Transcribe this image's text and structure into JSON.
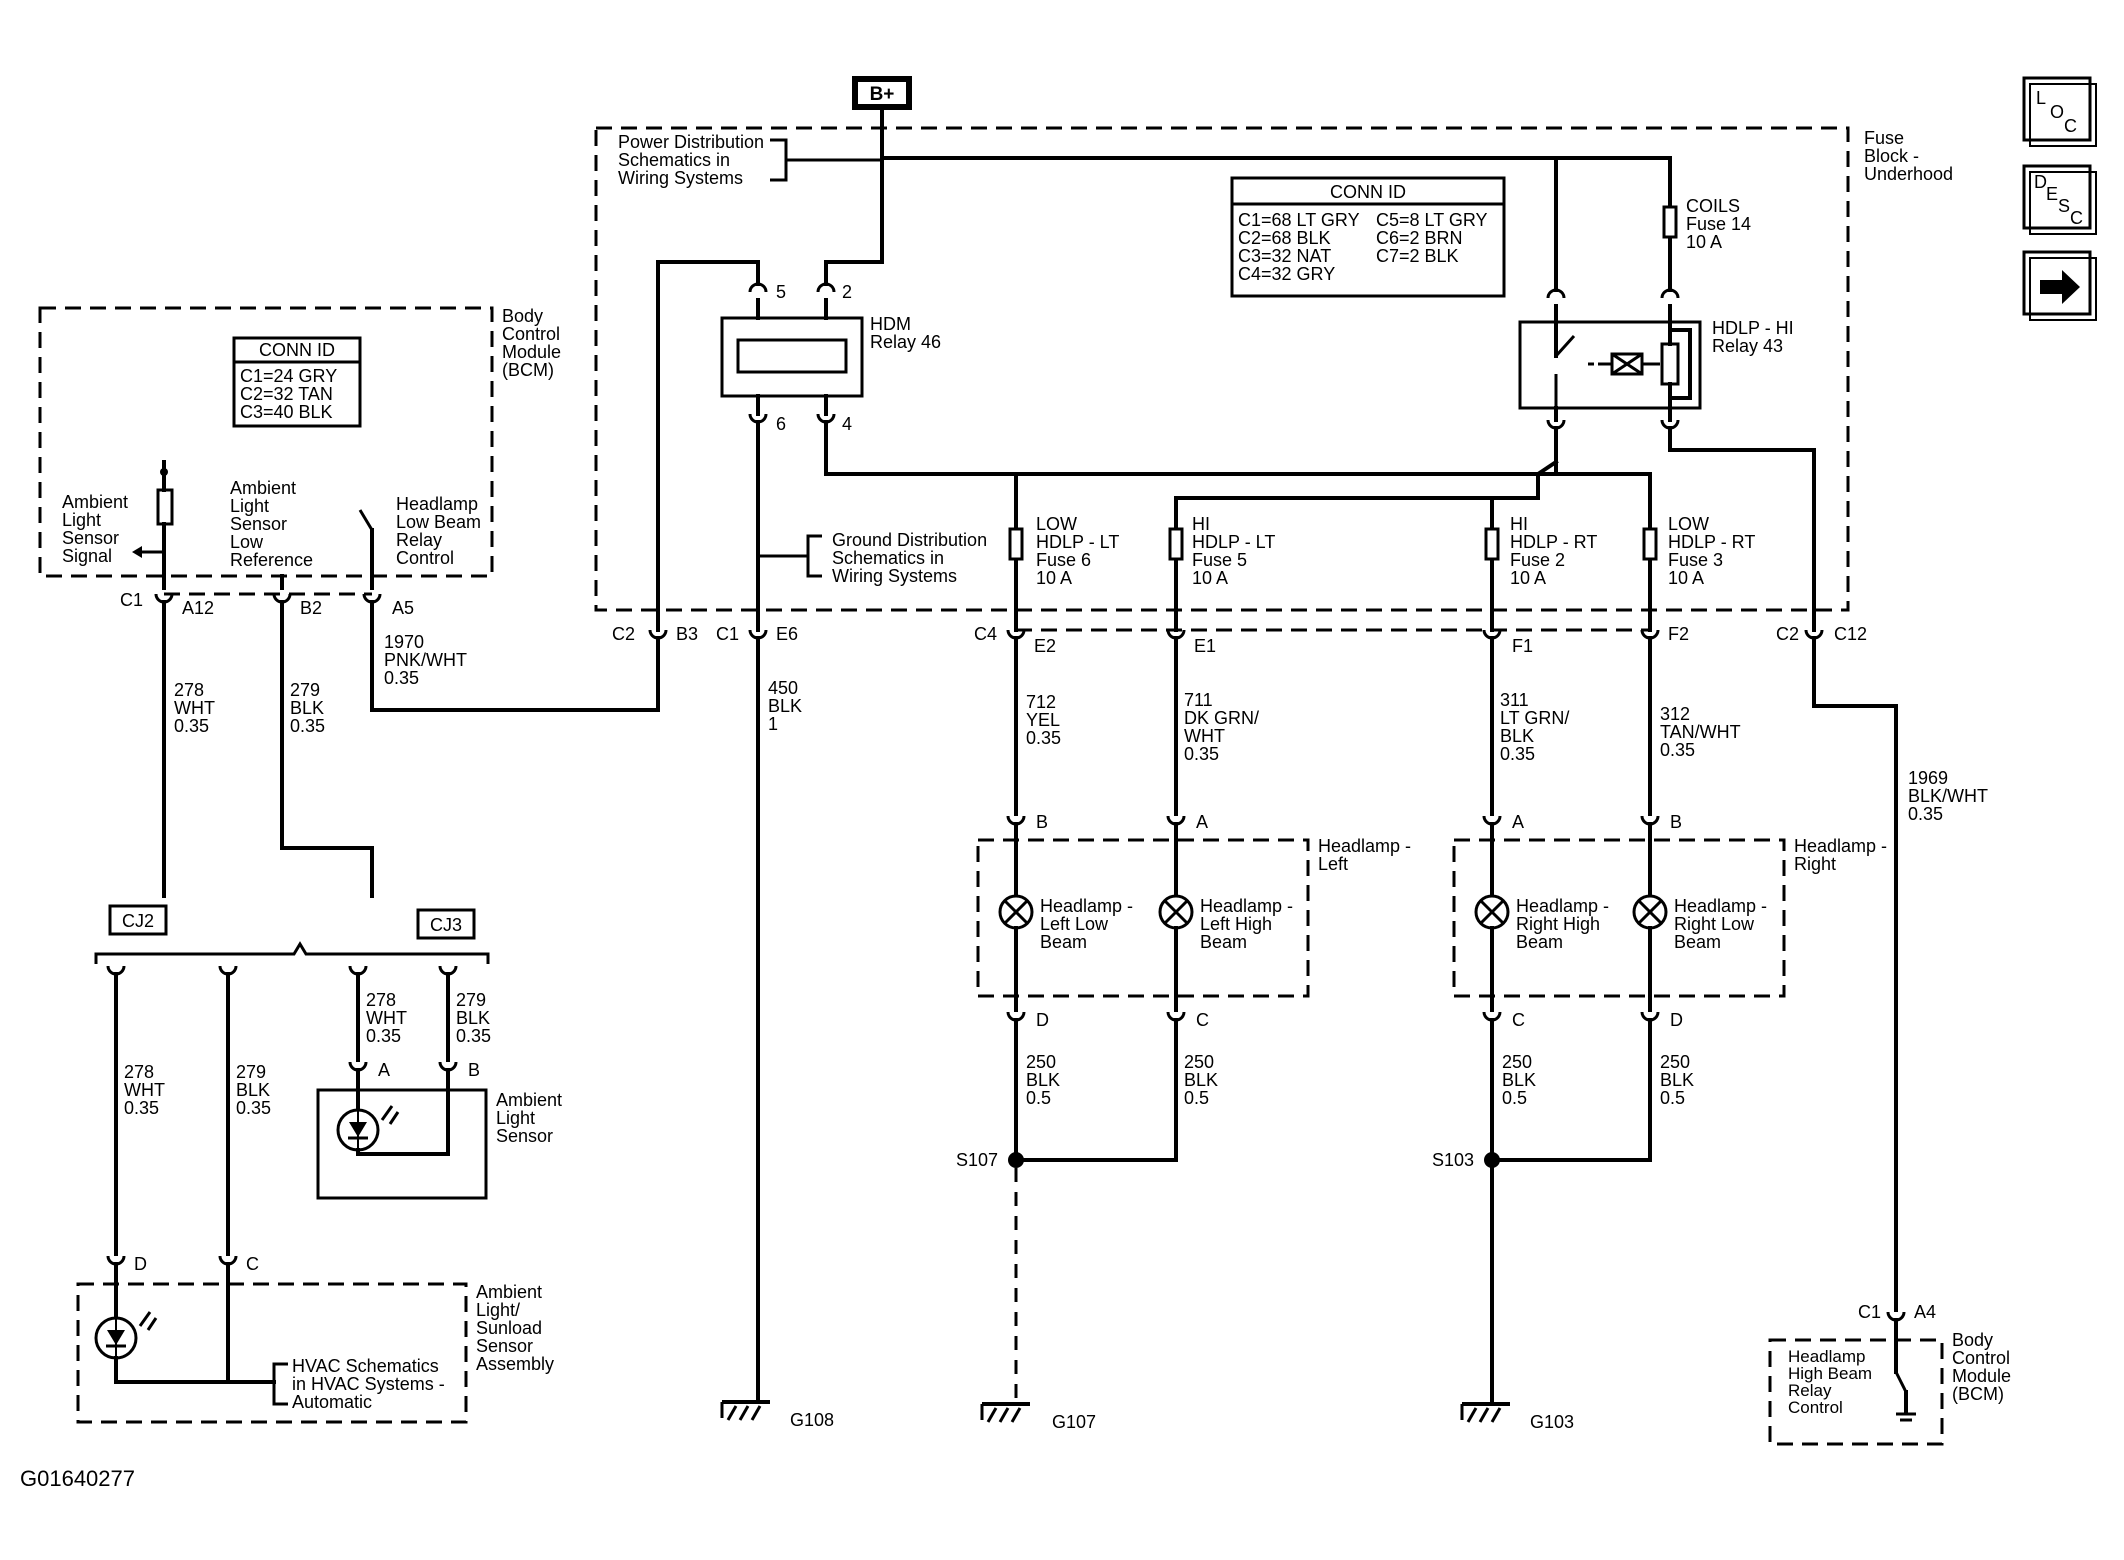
{
  "diagram_id": "G01640277",
  "b_plus": "B+",
  "nav": {
    "loc": [
      "L",
      "O",
      "C"
    ],
    "desc": [
      "D",
      "E",
      "S",
      "C"
    ],
    "next_icon": "arrow-right-icon"
  },
  "fuse_block": {
    "title": [
      "Fuse",
      "Block -",
      "Underhood"
    ],
    "power_ref": [
      "Power Distribution",
      "Schematics in",
      "Wiring Systems"
    ],
    "ground_ref": [
      "Ground Distribution",
      "Schematics in",
      "Wiring Systems"
    ],
    "conn_id": {
      "header": "CONN ID",
      "left": [
        "C1=68 LT GRY",
        "C2=68 BLK",
        "C3=32 NAT",
        "C4=32 GRY"
      ],
      "right": [
        "C5=8 LT GRY",
        "C6=2 BRN",
        "C7=2 BLK"
      ]
    },
    "hdm_relay": [
      "HDM",
      "Relay 46"
    ],
    "hdm_pins": [
      "5",
      "2",
      "6",
      "4"
    ],
    "coils_fuse": [
      "COILS",
      "Fuse 14",
      "10 A"
    ],
    "hdlp_hi_relay": [
      "HDLP - HI",
      "Relay 43"
    ],
    "fuses": [
      [
        "LOW",
        "HDLP - LT",
        "Fuse 6",
        "10 A"
      ],
      [
        "HI",
        "HDLP - LT",
        "Fuse 5",
        "10 A"
      ],
      [
        "HI",
        "HDLP - RT",
        "Fuse 2",
        "10 A"
      ],
      [
        "LOW",
        "HDLP - RT",
        "Fuse 3",
        "10 A"
      ]
    ]
  },
  "bcm": {
    "title": [
      "Body",
      "Control",
      "Module",
      "(BCM)"
    ],
    "conn_id": {
      "header": "CONN ID",
      "rows": [
        "C1=24 GRY",
        "C2=32 TAN",
        "C3=40 BLK"
      ]
    },
    "ambient_signal": [
      "Ambient",
      "Light",
      "Sensor",
      "Signal"
    ],
    "ambient_low_ref": [
      "Ambient",
      "Light",
      "Sensor",
      "Low",
      "Reference"
    ],
    "headlamp_low_relay": [
      "Headlamp",
      "Low Beam",
      "Relay",
      "Control"
    ]
  },
  "connectors": {
    "bcm_c1": "C1",
    "a12": "A12",
    "b2": "B2",
    "a5": "A5",
    "c2_b3": [
      "C2",
      "B3"
    ],
    "c1_e6": [
      "C1",
      "E6"
    ],
    "c4_e2": [
      "C4",
      "E2"
    ],
    "e1": "E1",
    "f1": "F1",
    "f2": "F2",
    "c2_c12": [
      "C2",
      "C12"
    ]
  },
  "wires": {
    "w278": [
      "278",
      "WHT",
      "0.35"
    ],
    "w279": [
      "279",
      "BLK",
      "0.35"
    ],
    "w1970": [
      "1970",
      "PNK/WHT",
      "0.35"
    ],
    "w450": [
      "450",
      "BLK",
      "1"
    ],
    "w712": [
      "712",
      "YEL",
      "0.35"
    ],
    "w711": [
      "711",
      "DK GRN/",
      "WHT",
      "0.35"
    ],
    "w311": [
      "311",
      "LT GRN/",
      "BLK",
      "0.35"
    ],
    "w312": [
      "312",
      "TAN/WHT",
      "0.35"
    ],
    "w1969": [
      "1969",
      "BLK/WHT",
      "0.35"
    ],
    "w250": [
      "250",
      "BLK",
      "0.5"
    ]
  },
  "cj2": "CJ2",
  "cj3": "CJ3",
  "headlamp_left": {
    "title": [
      "Headlamp -",
      "Left"
    ],
    "low": [
      "Headlamp -",
      "Left Low",
      "Beam"
    ],
    "high": [
      "Headlamp -",
      "Left High",
      "Beam"
    ],
    "pins": [
      "B",
      "A",
      "D",
      "C"
    ]
  },
  "headlamp_right": {
    "title": [
      "Headlamp -",
      "Right"
    ],
    "high": [
      "Headlamp -",
      "Right High",
      "Beam"
    ],
    "low": [
      "Headlamp -",
      "Right Low",
      "Beam"
    ],
    "pins": [
      "A",
      "B",
      "C",
      "D"
    ]
  },
  "ambient_light_sensor": {
    "title": [
      "Ambient",
      "Light",
      "Sensor"
    ],
    "pins": [
      "A",
      "B"
    ]
  },
  "sunload": {
    "title": [
      "Ambient",
      "Light/",
      "Sunload",
      "Sensor",
      "Assembly"
    ],
    "pins": [
      "D",
      "C"
    ],
    "hvac_ref": [
      "HVAC Schematics",
      "in HVAC Systems -",
      "Automatic"
    ]
  },
  "splices": {
    "s107": "S107",
    "s103": "S103"
  },
  "grounds": {
    "g108": "G108",
    "g107": "G107",
    "g103": "G103"
  },
  "bcm_bottom": {
    "c1": "C1",
    "a4": "A4",
    "control": [
      "Headlamp",
      "High Beam",
      "Relay",
      "Control"
    ],
    "title": [
      "Body",
      "Control",
      "Module",
      "(BCM)"
    ]
  }
}
